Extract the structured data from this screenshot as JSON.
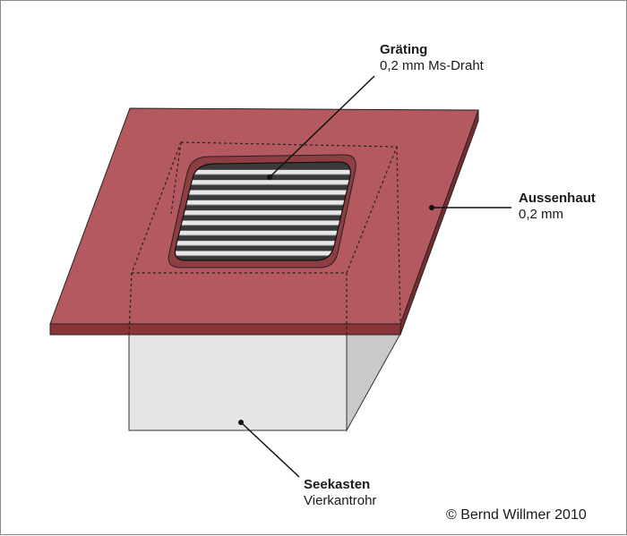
{
  "labels": {
    "grating": {
      "title": "Gräting",
      "subtitle": "0,2 mm Ms-Draht"
    },
    "hull": {
      "title": "Aussenhaut",
      "subtitle": "0,2 mm"
    },
    "seachest": {
      "title": "Seekasten",
      "subtitle": "Vierkantrohr"
    }
  },
  "copyright": "© Bernd Willmer 2010",
  "colors": {
    "plate_top": "#b4595f",
    "plate_edge": "#8a3438",
    "box_front": "#e5e5e5",
    "box_side": "#c9c9c9",
    "grating_dark": "#3a3a3a",
    "grating_light": "#e8e8e8"
  },
  "grating_bars": 9
}
